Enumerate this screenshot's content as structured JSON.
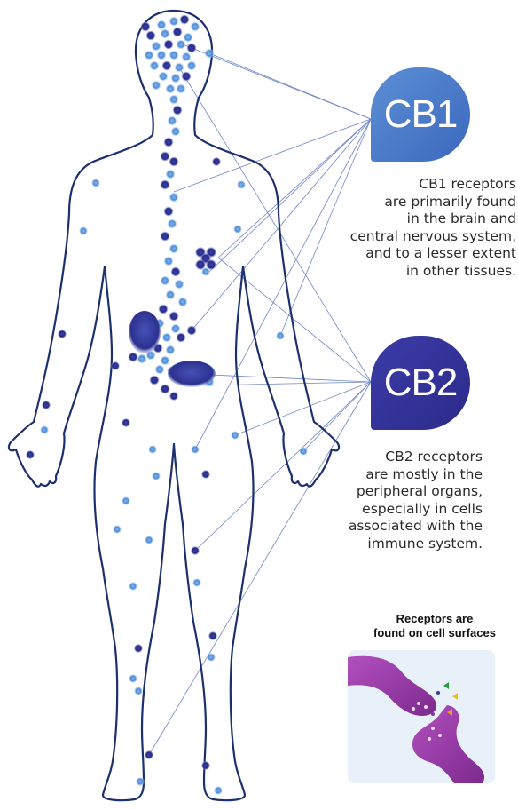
{
  "cb1": {
    "label": "CB1",
    "color": "#4a7cca",
    "description": [
      "CB1 receptors",
      "are primarily found",
      "in the brain and",
      "central nervous system,",
      "and to a lesser extent",
      "in other tissues."
    ]
  },
  "cb2": {
    "label": "CB2",
    "color": "#33309a",
    "description": [
      "CB2 receptors",
      "are mostly in the",
      "peripheral organs,",
      "especially in cells",
      "associated with the",
      "immune system."
    ]
  },
  "synapse": {
    "title": [
      "Receptors are",
      "found on cell surfaces"
    ]
  },
  "colors": {
    "outline": "#1c2f6e",
    "dark_dot": "#2a2f8a",
    "light_dot": "#5b95d8",
    "connector": "#6f86c9",
    "neuron": "#9a3ea8"
  }
}
